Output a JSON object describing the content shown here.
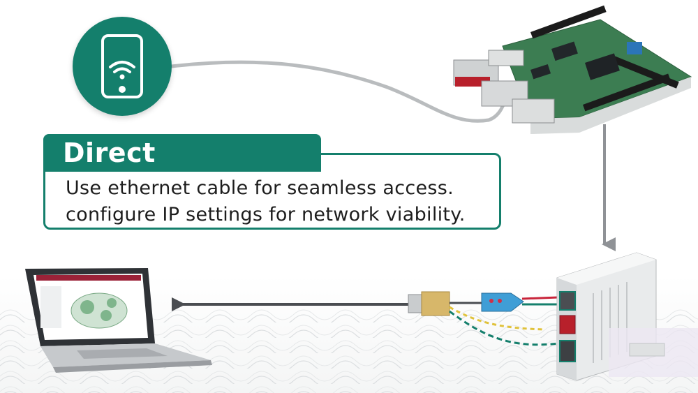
{
  "callout": {
    "title": "Direct connection",
    "line1": "Use ethernet cable for seamless access.",
    "line2": "configure IP settings for network viability."
  },
  "icons": {
    "phone": "smartphone-wifi-icon",
    "board": "circuit-board",
    "laptop": "laptop",
    "gateway": "network-gateway-device",
    "usb": "usb-adapter-icon"
  },
  "colors": {
    "accent": "#147f6c",
    "text": "#1d1d1d",
    "cable": "#b9bcbe",
    "arrow": "#4a4d51"
  }
}
